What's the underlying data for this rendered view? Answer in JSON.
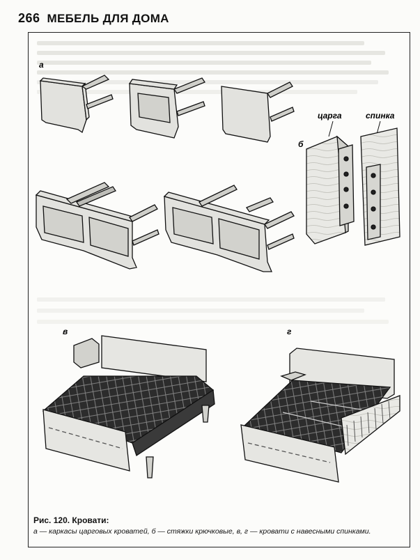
{
  "header": {
    "page_number": "266",
    "running_title": "МЕБЕЛЬ ДЛЯ ДОМА"
  },
  "figure": {
    "panel_labels": {
      "a": "а",
      "b": "б",
      "v": "в",
      "g": "г"
    },
    "callouts": {
      "tsarga": "царга",
      "spinka": "спинка"
    }
  },
  "caption": {
    "title": "Рис. 120. Кровати:",
    "text": "а — каркасы царговых кроватей, б — стяжки крючковые, в, г — кровати с навесными спинками."
  }
}
